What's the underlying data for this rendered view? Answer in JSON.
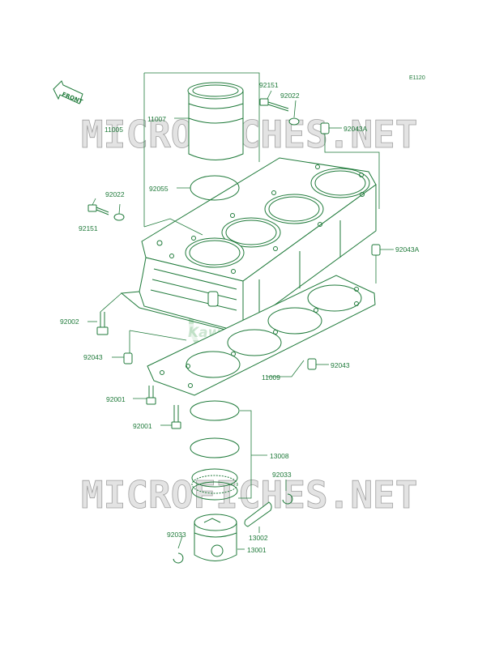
{
  "diagram": {
    "ref_code": "E1120",
    "front_label": "FRONT",
    "watermark": "MICROFICHES.NET",
    "brand": "Kawasaki",
    "colors": {
      "line": "#1f7a3a",
      "watermark": "#d9d9d9",
      "background": "#ffffff"
    },
    "parts": [
      {
        "id": "p92151a",
        "number": "92151"
      },
      {
        "id": "p92022a",
        "number": "92022"
      },
      {
        "id": "p92043Aa",
        "number": "92043A"
      },
      {
        "id": "p11007",
        "number": "11007"
      },
      {
        "id": "p11005",
        "number": "11005"
      },
      {
        "id": "p92055",
        "number": "92055"
      },
      {
        "id": "p92022b",
        "number": "92022"
      },
      {
        "id": "p92151b",
        "number": "92151"
      },
      {
        "id": "p92043Ab",
        "number": "92043A"
      },
      {
        "id": "p92002",
        "number": "92002"
      },
      {
        "id": "p92043a",
        "number": "92043"
      },
      {
        "id": "p11009",
        "number": "11009"
      },
      {
        "id": "p92043b",
        "number": "92043"
      },
      {
        "id": "p92001a",
        "number": "92001"
      },
      {
        "id": "p92001b",
        "number": "92001"
      },
      {
        "id": "p13008",
        "number": "13008"
      },
      {
        "id": "p92033a",
        "number": "92033"
      },
      {
        "id": "p13002",
        "number": "13002"
      },
      {
        "id": "p92033b",
        "number": "92033"
      },
      {
        "id": "p13001",
        "number": "13001"
      }
    ]
  }
}
